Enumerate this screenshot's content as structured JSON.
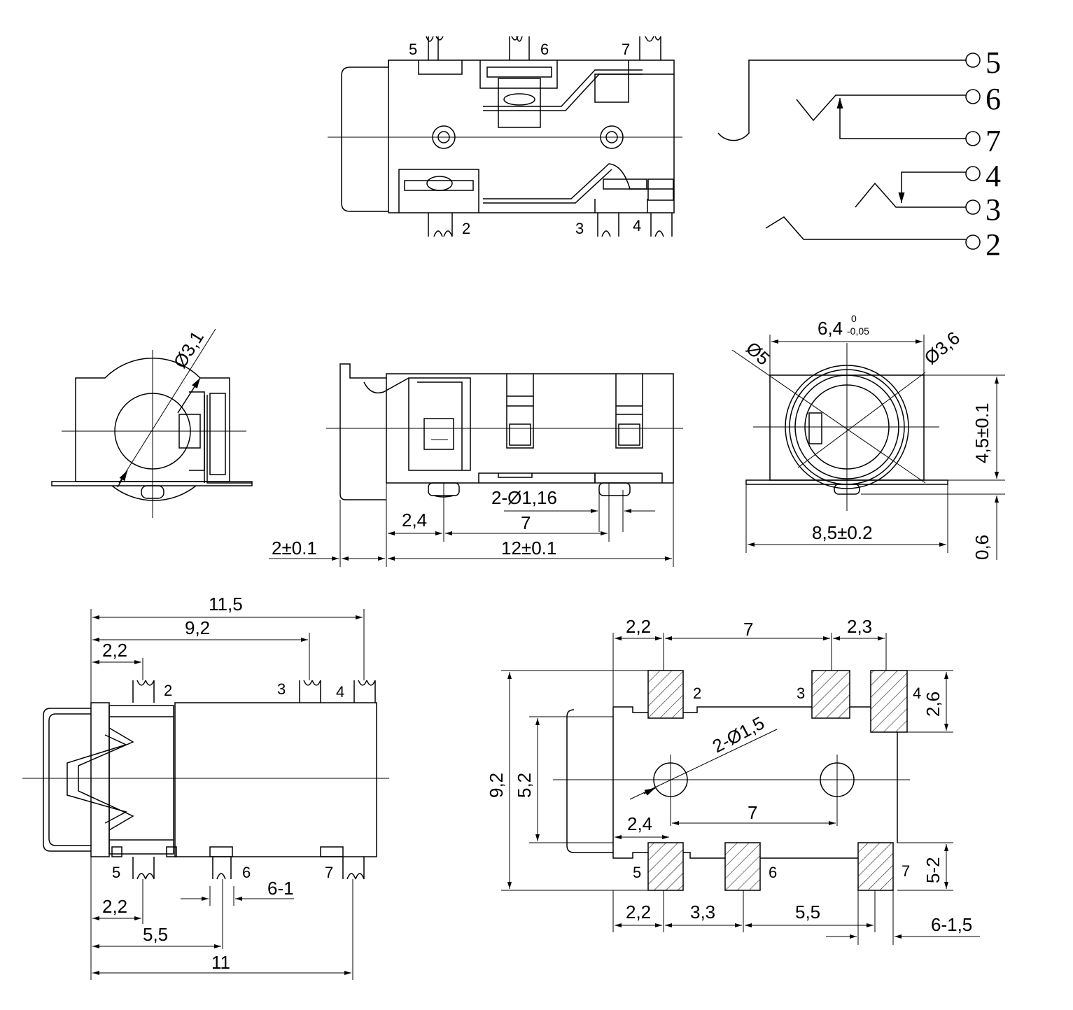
{
  "schematic": {
    "terminals": [
      "5",
      "6",
      "7",
      "4",
      "3",
      "2"
    ]
  },
  "top_view": {
    "pins_top": [
      "5",
      "6",
      "7"
    ],
    "pins_bottom": [
      "2",
      "3",
      "4"
    ]
  },
  "front_view": {
    "dims": {
      "hole": "2-Ø1,16",
      "d_2_4": "2,4",
      "d_7": "7",
      "d_12": "12±0.1",
      "d_2": "2±0.1"
    }
  },
  "side_view": {
    "dia": "Ø3,1"
  },
  "end_view": {
    "width": "6,4",
    "tol_upper": "0",
    "tol_lower": "-0,05",
    "d5": "Ø5",
    "d36": "Ø3,6",
    "height": "4,5±0.1",
    "base": "8,5±0.2",
    "offset": "0,6"
  },
  "bottom_view": {
    "dims": {
      "d11_5": "11,5",
      "d9_2": "9,2",
      "d2_2a": "2,2",
      "d2_2b": "2,2",
      "d5_5": "5,5",
      "d11": "11",
      "d6_1": "6-1"
    },
    "pins": [
      "2",
      "3",
      "4",
      "5",
      "6",
      "7"
    ]
  },
  "pcb_layout": {
    "dims": {
      "top_2_2": "2,2",
      "top_7": "7",
      "top_2_3": "2,3",
      "right_2_6": "2,6",
      "left_9_2": "9,2",
      "left_5_2": "5,2",
      "holes": "2-Ø1,5",
      "mid_7": "7",
      "mid_2_4": "2,4",
      "right_5_2": "5-2",
      "bot_2_2": "2,2",
      "bot_3_3": "3,3",
      "bot_5_5": "5,5",
      "bot_6_1_5": "6-1,5"
    },
    "pins": [
      "2",
      "3",
      "4",
      "5",
      "6",
      "7"
    ]
  }
}
